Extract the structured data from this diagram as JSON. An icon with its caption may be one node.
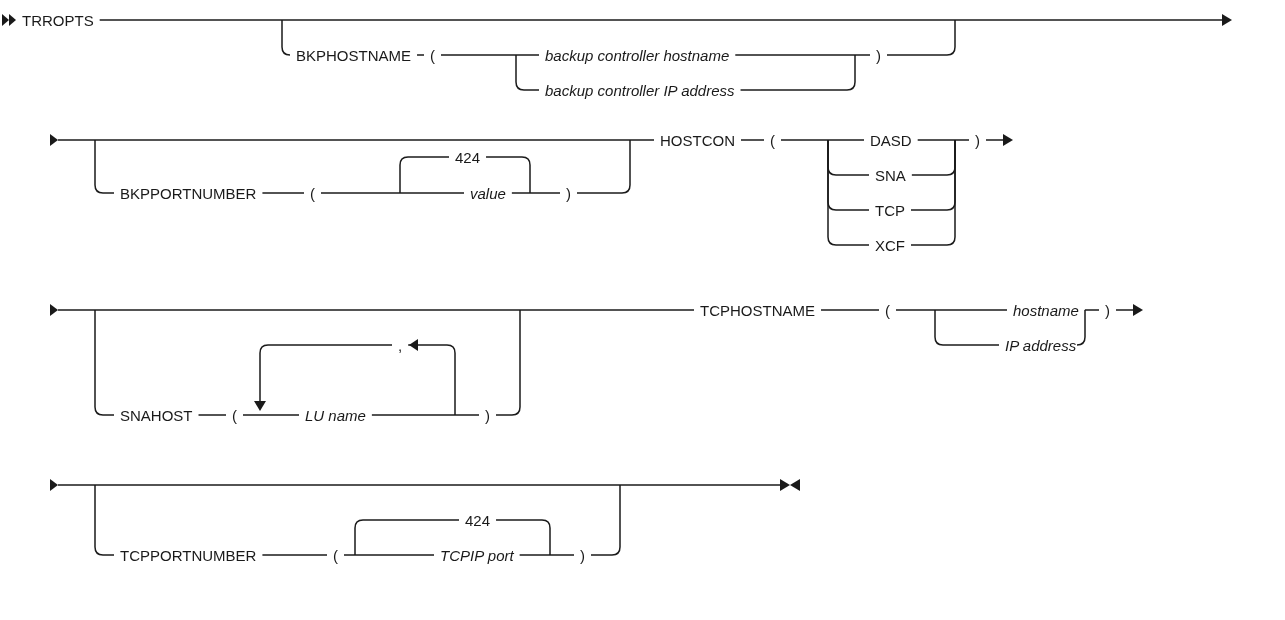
{
  "diagram": {
    "labels": [
      "TRROPTS",
      "BKPHOSTNAME",
      "(",
      "backup controller hostname",
      ")",
      "backup controller IP address",
      "HOSTCON",
      "(",
      "DASD",
      ")",
      "424",
      "SNA",
      "BKPPORTNUMBER",
      "(",
      "value",
      ")",
      "TCP",
      "XCF",
      "TCPHOSTNAME",
      "(",
      "hostname",
      ")",
      ",",
      "IP address",
      "SNAHOST",
      "(",
      "LU name",
      ")",
      "424",
      "TCPPORTNUMBER",
      "(",
      "TCPIP port",
      ")"
    ]
  }
}
